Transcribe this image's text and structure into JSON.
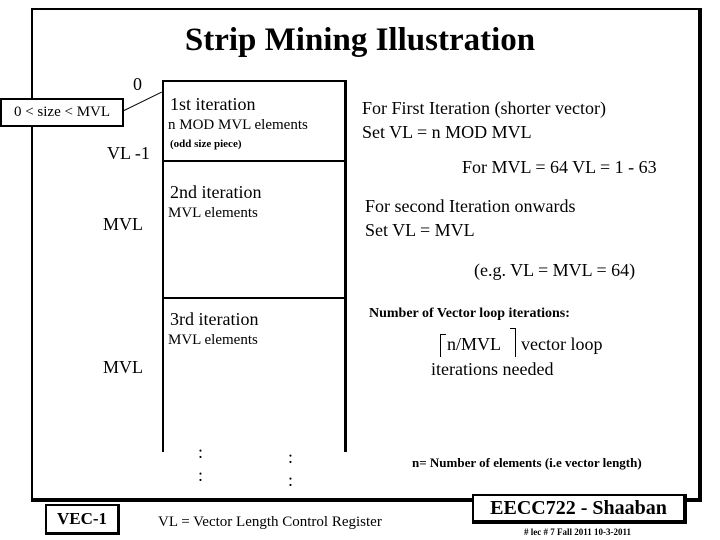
{
  "title": "Strip Mining Illustration",
  "left": {
    "zero": "0",
    "size_box": "0  < size < MVL",
    "vl_minus_1": "VL -1",
    "mvl_first": "MVL",
    "mvl_second": "MVL"
  },
  "strip": {
    "iter1_title": "1st iteration",
    "iter1_desc": "n MOD MVL elements",
    "iter1_note": "(odd size piece)",
    "iter2_title": "2nd iteration",
    "iter2_desc": "MVL elements",
    "iter3_title": "3rd iteration",
    "iter3_desc": "MVL elements",
    "dots": ":"
  },
  "right": {
    "first_line1": "For First Iteration (shorter vector)",
    "first_line2": "Set  VL =  n MOD MVL",
    "mvl64": "For MVL = 64 VL = 1 - 63",
    "second_line1": "For second  Iteration onwards",
    "second_line2": "Set  VL = MVL",
    "example": "(e.g. VL = MVL = 64)",
    "loop_heading": "Number of Vector loop iterations:",
    "loop_expr": "n/MVL",
    "loop_suffix": "vector loop",
    "loop_line2": "iterations needed",
    "n_def": "n= Number of elements (i.e vector length)"
  },
  "footer": {
    "vec_label": "VEC-1",
    "vl_def": "VL = Vector Length Control Register",
    "brand": "EECC722 - Shaaban",
    "lec_info": "#  lec # 7    Fall 2011   10-3-2011"
  }
}
